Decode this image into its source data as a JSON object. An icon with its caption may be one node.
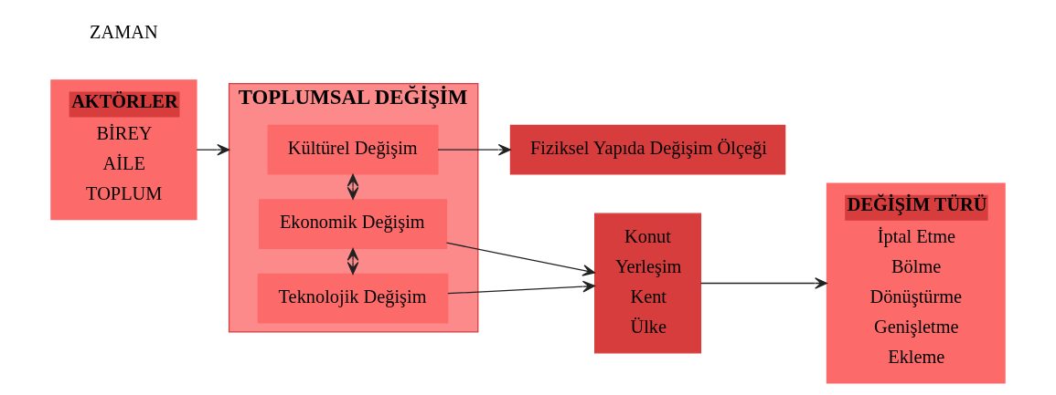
{
  "diagram": {
    "nodes": [
      {
        "text": [
          "AKTÖRLER",
          "BİREY",
          "AİLE",
          "TOPLUM"
        ]
      },
      {
        "text": [
          "TOPLUMSAL DEĞİŞİM"
        ]
      },
      {
        "text": [
          "Kültürel Değişim"
        ],
        "in": 1
      },
      {
        "text": [
          "Ekonomik Değişim"
        ],
        "in": 1
      },
      {
        "text": [
          "Teknolojik Değişim"
        ],
        "in": 1
      },
      {
        "text": [
          "Fiziksel Yapıda Değişim Ölçeği"
        ]
      },
      {
        "text": [
          "Konut",
          "Yerleşim",
          "Kent",
          "Ülke"
        ]
      },
      {
        "text": [
          "DEĞİŞİM TÜRÜ",
          "İptal Etme",
          "Bölme",
          "Dönüştürme",
          "Genişletme",
          "Ekleme"
        ]
      }
    ],
    "edges": [
      {
        "from": 0,
        "to": 1,
        "arrow": "to"
      },
      {
        "from": 2,
        "to": 3,
        "arrow": "both"
      },
      {
        "from": 3,
        "to": 4,
        "arrow": "both"
      },
      {
        "from": 2,
        "to": 5,
        "arrow": "to"
      },
      {
        "from": 3,
        "to": 6,
        "arrow": "to"
      },
      {
        "from": 4,
        "to": 6,
        "arrow": "to"
      },
      {
        "from": 6,
        "to": 7,
        "arrow": "to"
      }
    ],
    "labels": [
      "ZAMAN"
    ]
  }
}
